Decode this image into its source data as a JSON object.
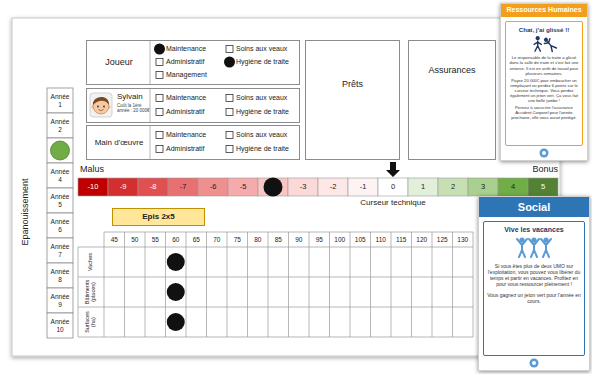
{
  "diagram": {
    "nodes": [
      {
        "text": [
          "Joueur"
        ]
      },
      {
        "text": [
          "Sylvain",
          "Coût la 1ère année : 20 000€"
        ]
      },
      {
        "text": [
          "Main d'œuvre"
        ]
      },
      {
        "text": [
          "Prêts"
        ]
      },
      {
        "text": [
          "Assurances"
        ]
      },
      {
        "text": [
          "Epis 2x5"
        ]
      },
      {
        "text": [
          "Ressources Humaines",
          "Chat, j'ai glissé !!",
          "Le responsable de la traite a glissé dans la salle de traite et s'est fait une entorse. Il est en arrêt de travail pour plusieurs semaines.",
          "Payez 20 000€ pour embaucher un remplaçant ou perdez 6 points sur le curseur technique. Vous perdez également un jeton vert. Ça vous fait une belle jambe !",
          "Pensez à souscrire l'assurance Accident Corporel pour l'année prochaine, elle vous aurait protégé."
        ]
      },
      {
        "text": [
          "Social",
          "Vive les vacances",
          "Si vous êtes plus de deux UMO sur l'exploitation, vous pouvez vous libérer du temps et partir en vacances. Profitez en pour vous ressourcer pleinement !",
          "Vous gagnez un jeton vert pour l'année en cours."
        ]
      }
    ],
    "labels": [
      "Epanouissement",
      "Année 1",
      "Année 2",
      "Année 4",
      "Année 5",
      "Année 6",
      "Année 7",
      "Année 8",
      "Année 9",
      "Année 10",
      "Maintenance",
      "Soins aux veaux",
      "Administratif",
      "Hygiène de traite",
      "Management",
      "Maintenance",
      "Soins aux veaux",
      "Administratif",
      "Hygiène de traite",
      "Maintenance",
      "Soins aux veaux",
      "Administratif",
      "Hygiène de traite",
      "Malus",
      "Bonus",
      "-10",
      "-9",
      "-8",
      "-7",
      "-6",
      "-5",
      "-3",
      "-2",
      "-1",
      "0",
      "1",
      "2",
      "3",
      "4",
      "5",
      "Curseur technique",
      "45",
      "50",
      "55",
      "60",
      "65",
      "70",
      "75",
      "80",
      "85",
      "90",
      "95",
      "100",
      "105",
      "110",
      "115",
      "120",
      "125",
      "130",
      "Vaches",
      "Bâtiments (places)",
      "Surfaces (ha)"
    ]
  }
}
